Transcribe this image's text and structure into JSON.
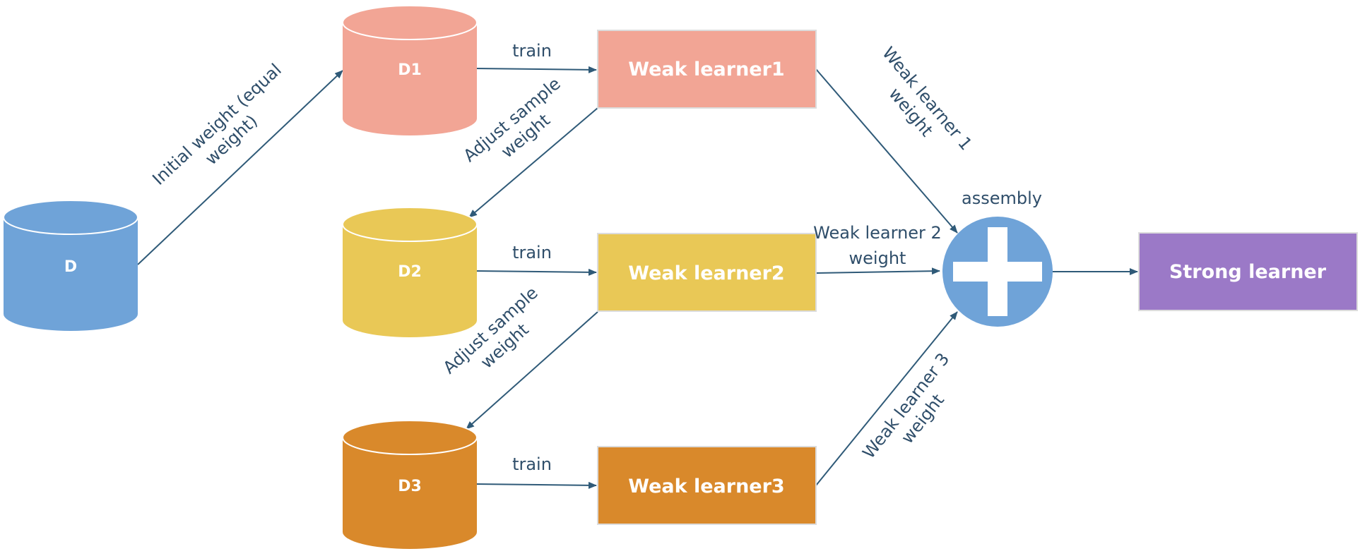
{
  "nodes": {
    "d": {
      "label": "D",
      "color": "#6fa3d8"
    },
    "d1": {
      "label": "D1",
      "color": "#f2a595"
    },
    "d2": {
      "label": "D2",
      "color": "#e9c856"
    },
    "d3": {
      "label": "D3",
      "color": "#d9892b"
    },
    "weak1": {
      "label": "Weak learner1",
      "color": "#f2a595"
    },
    "weak2": {
      "label": "Weak learner2",
      "color": "#e9c856"
    },
    "weak3": {
      "label": "Weak learner3",
      "color": "#d9892b"
    },
    "assembly": {
      "label": "assembly",
      "color": "#6fa3d8",
      "icon": "plus-icon"
    },
    "strong": {
      "label": "Strong learner",
      "color": "#9b79c7"
    }
  },
  "edges": {
    "initial_weight": {
      "line1": "Initial weight (equal",
      "line2": "weight)"
    },
    "train1": "train",
    "train2": "train",
    "train3": "train",
    "adjust1": {
      "line1": "Adjust sample",
      "line2": "weight"
    },
    "adjust2": {
      "line1": "Adjust sample",
      "line2": "weight"
    },
    "wl1_weight": {
      "line1": "Weak learner 1",
      "line2": "weight"
    },
    "wl2_weight": {
      "line1": "Weak learner 2",
      "line2": "weight"
    },
    "wl3_weight": {
      "line1": "Weak learner 3",
      "line2": "weight"
    }
  },
  "colors": {
    "edge": "#2f5a78",
    "edge_text": "#2f4e6a"
  }
}
